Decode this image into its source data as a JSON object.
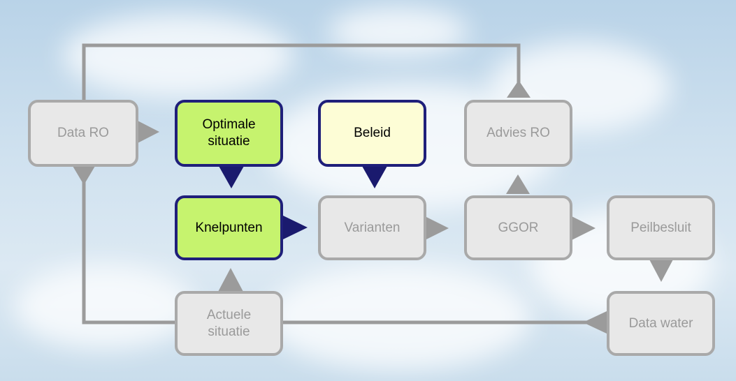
{
  "nodes": {
    "data_ro": "Data RO",
    "optimale_situatie": "Optimale\nsituatie",
    "beleid": "Beleid",
    "advies_ro": "Advies RO",
    "knelpunten": "Knelpunten",
    "varianten": "Varianten",
    "ggor": "GGOR",
    "peilbesluit": "Peilbesluit",
    "actuele_situatie": "Actuele\nsituatie",
    "data_water": "Data water"
  },
  "colors": {
    "gray_border": "#a9a9a9",
    "gray_fill": "#e8e8e8",
    "gray_text": "#9a9a9a",
    "highlight_border": "#1f1f7a",
    "green_fill": "#c6f36e",
    "yellow_fill": "#fdfdd6",
    "connector": "#9b9b9b",
    "arrow_dark": "#1a1a6e"
  }
}
